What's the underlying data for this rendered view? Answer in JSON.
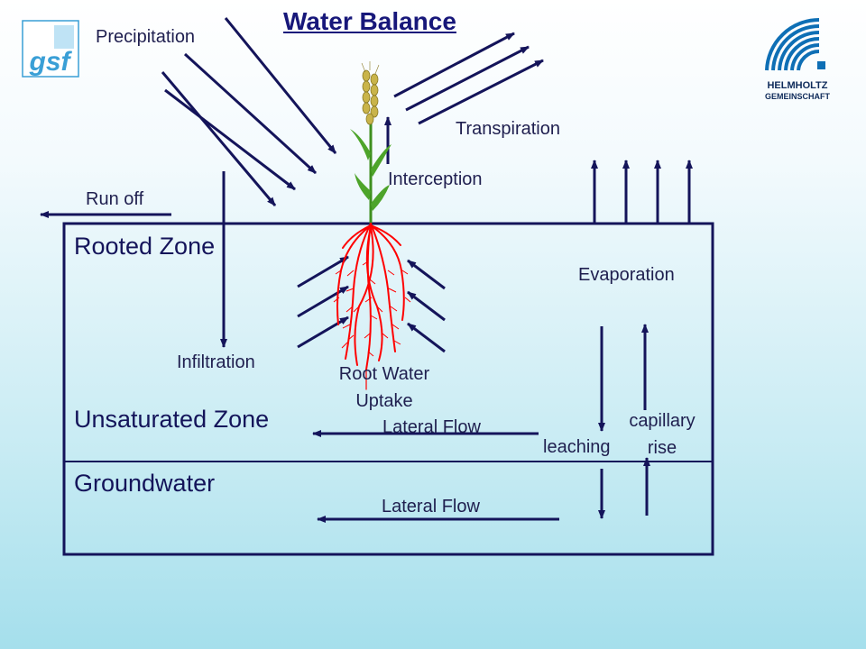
{
  "title": "Water Balance",
  "labels": {
    "precipitation": "Precipitation",
    "transpiration": "Transpiration",
    "interception": "Interception",
    "run_off": "Run off",
    "evaporation": "Evaporation",
    "infiltration": "Infiltration",
    "root_water_uptake_line1": "Root Water",
    "root_water_uptake_line2": "Uptake",
    "lateral_flow_unsaturated": "Lateral Flow",
    "lateral_flow_groundwater": "Lateral Flow",
    "leaching": "leaching",
    "capillary_rise_line1": "capillary",
    "capillary_rise_line2": "rise"
  },
  "zones": {
    "rooted": "Rooted Zone",
    "unsaturated": "Unsaturated Zone",
    "groundwater": "Groundwater"
  },
  "logos": {
    "left": "gsf",
    "right_line1": "HELMHOLTZ",
    "right_line2": "GEMEINSCHAFT"
  },
  "colors": {
    "arrows": "#14145a",
    "roots": "#ff0000",
    "plant": "#3e8f1e",
    "ear": "#c9b44a",
    "logo_blue": "#3a9fd6",
    "helmholtz_blue": "#0e6fb5"
  }
}
